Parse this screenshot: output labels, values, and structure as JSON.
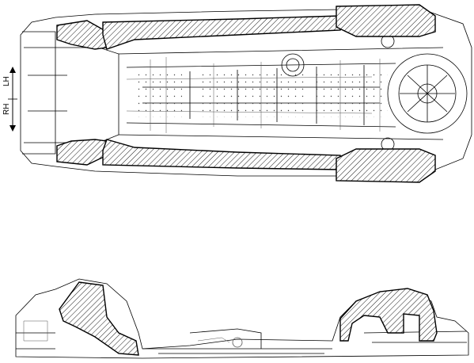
{
  "orientation": {
    "left_label": "RH",
    "right_label": "LH"
  },
  "colors": {
    "line": "#000000",
    "hatch": "#000000",
    "background": "#ffffff",
    "detail": "#555555"
  },
  "views": [
    {
      "name": "underbody-bottom-view",
      "highlighted_regions": 6
    },
    {
      "name": "underbody-side-view",
      "highlighted_regions": 2
    }
  ]
}
